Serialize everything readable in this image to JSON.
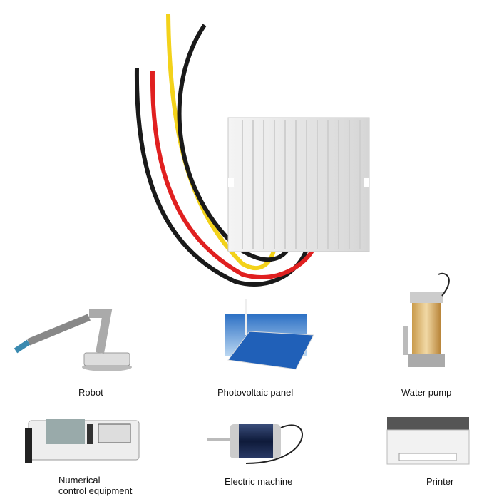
{
  "product": {
    "name": "",
    "wire_colors": [
      "#1a1a1a",
      "#e02020",
      "#f3d21a",
      "#1a1a1a"
    ],
    "housing_color": "#e6e6e6"
  },
  "applications": [
    {
      "label": "Robot",
      "icon": "robot-arm"
    },
    {
      "label": "Photovoltaic panel",
      "icon": "solar-panel"
    },
    {
      "label": "Water pump",
      "icon": "water-pump"
    },
    {
      "label": "Numerical",
      "label2": "control equipment",
      "icon": "cnc-machine"
    },
    {
      "label": "Electric machine",
      "icon": "electric-motor"
    },
    {
      "label": "Printer",
      "icon": "printer"
    }
  ]
}
